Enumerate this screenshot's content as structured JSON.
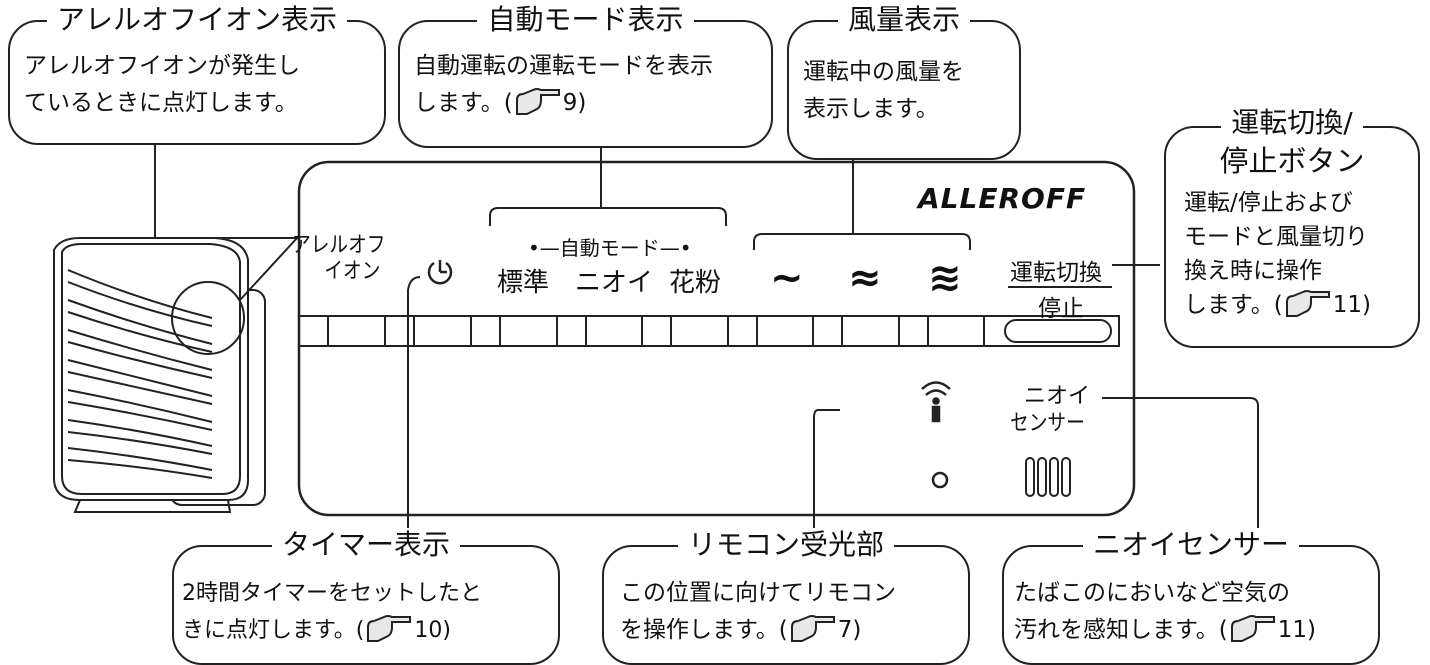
{
  "callouts": {
    "allergen": {
      "title": "アレルオフイオン表示",
      "line1": "アレルオフイオンが発生し",
      "line2": "ているときに点灯します。"
    },
    "auto_mode": {
      "title": "自動モード表示",
      "line1": "自動運転の運転モードを表示",
      "line2_prefix": "します。(",
      "ref": "9",
      "line2_suffix": ")"
    },
    "airflow": {
      "title": "風量表示",
      "line1": "運転中の風量を",
      "line2": "表示します。"
    },
    "switch": {
      "title_line1": "運転切換/",
      "title_line2": "停止ボタン",
      "line1": "運転/停止および",
      "line2": "モードと風量切り",
      "line3": "換え時に操作",
      "line4_prefix": "します。(",
      "ref": "11",
      "line4_suffix": ")"
    },
    "timer": {
      "title": "タイマー表示",
      "line1": "2時間タイマーをセットしたと",
      "line2_prefix": "きに点灯します。(",
      "ref": "10",
      "line2_suffix": ")"
    },
    "remote": {
      "title": "リモコン受光部",
      "line1": "この位置に向けてリモコン",
      "line2_prefix": "を操作します。(",
      "ref": "7",
      "line2_suffix": ")"
    },
    "odor": {
      "title": "ニオイセンサー",
      "line1": "たばこのにおいなど空気の",
      "line2_prefix": "汚れを感知します。(",
      "ref": "11",
      "line2_suffix": ")"
    }
  },
  "panel": {
    "brand": "ALLEROFF",
    "ion_label_line1": "アレルオフ",
    "ion_label_line2": "イオン",
    "auto_mode_label": "•—自動モード—•",
    "modes": [
      "標準",
      "ニオイ",
      "花粉"
    ],
    "fan_levels": [
      "~",
      "≈",
      "≋"
    ],
    "switch_label_top": "運転切換",
    "switch_label_bottom": "停止",
    "sensor_label_line1": "ニオイ",
    "sensor_label_line2": "センサー"
  },
  "icons": [
    "finger-pointer-icon",
    "timer-clock-icon",
    "remote-signal-icon",
    "odor-sensor-vent-icon"
  ]
}
